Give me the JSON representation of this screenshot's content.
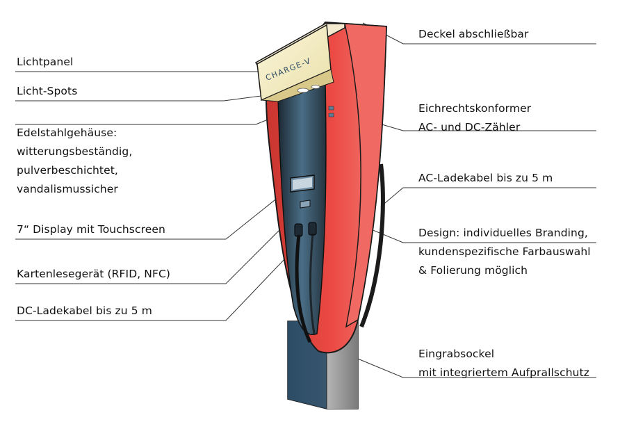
{
  "product": {
    "logo_text": "CHARGE-V"
  },
  "labels_left": [
    {
      "id": "lichtpanel",
      "lines": [
        "Lichtpanel"
      ]
    },
    {
      "id": "licht-spots",
      "lines": [
        "Licht-Spots"
      ]
    },
    {
      "id": "edelstahlgehaeuse",
      "lines": [
        "Edelstahlgehäuse:",
        "witterungsbeständig,",
        "pulverbeschichtet,",
        "vandalismussicher"
      ]
    },
    {
      "id": "display",
      "lines": [
        "7“ Display mit Touchscreen"
      ]
    },
    {
      "id": "kartenlesegeraet",
      "lines": [
        "Kartenlesegerät (RFID, NFC)"
      ]
    },
    {
      "id": "dc-ladekabel",
      "lines": [
        "DC-Ladekabel bis zu 5 m"
      ]
    }
  ],
  "labels_right": [
    {
      "id": "deckel",
      "lines": [
        "Deckel abschließbar"
      ]
    },
    {
      "id": "eichrechts",
      "lines": [
        "Eichrechtskonformer",
        "AC- und DC-Zähler"
      ]
    },
    {
      "id": "ac-ladekabel",
      "lines": [
        "AC-Ladekabel bis zu 5 m"
      ]
    },
    {
      "id": "design",
      "lines": [
        "Design: individuelles Branding,",
        "kundenspezifische Farbauswahl",
        "& Folierung möglich"
      ]
    },
    {
      "id": "sockel",
      "lines": [
        "Eingrabsockel",
        "mit integriertem Aufprallschutz"
      ]
    }
  ],
  "colors": {
    "body_red": "#e8433f",
    "body_red_dark": "#b8312c",
    "panel_cream": "#f4ecc0",
    "inner_blue": "#2f4a5f",
    "leader_line": "#333333",
    "text": "#111111"
  }
}
